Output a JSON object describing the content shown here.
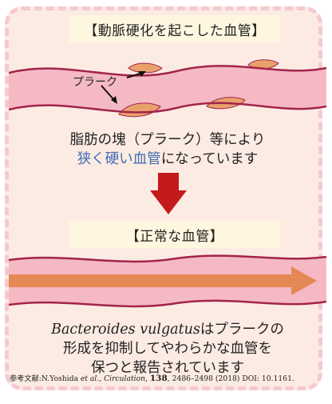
{
  "diagram": {
    "top_title": "【動脈硬化を起こした血管】",
    "plaque_label": "プラーク",
    "caption1": {
      "line1": "脂肪の塊（プラーク）等により",
      "line2_highlight": "狭く硬い血管",
      "line2_rest": "になっています"
    },
    "bottom_title": "【正常な血管】",
    "caption2": {
      "species": "Bacteroides vulgatus",
      "line1_rest": "はプラークの",
      "line2": "形成を抑制してやわらかな血管を",
      "line3": "保つと報告されています"
    },
    "reference": {
      "prefix": "参考文献:N.Yoshida ",
      "etal": "et al.",
      "sep1": ", ",
      "journal": "Circulation",
      "sep2": ", ",
      "volume": "138",
      "rest": ", 2486–2498 (2018)  DOI: 10.1161."
    },
    "colors": {
      "card_bg": "#fcebe3",
      "dashed_border": "#f6c8cf",
      "title_bg": "#fff6df",
      "vessel_fill": "#f5b9c3",
      "vessel_edge": "#a2244b",
      "plaque": "#e9a16c",
      "arrow_down": "#c31a1b",
      "flow_arrow": "#e48855",
      "highlight_text": "#3f6db5"
    }
  }
}
